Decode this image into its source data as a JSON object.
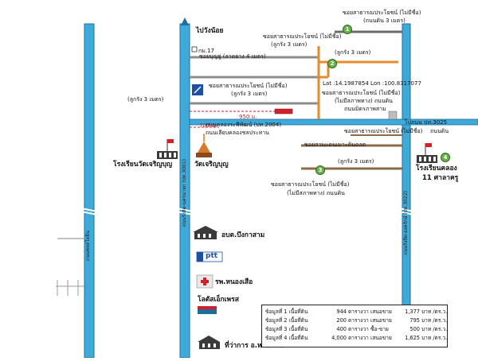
{
  "roads": {
    "to_wang_noi": "ไปวังน้อย",
    "km17": "กม.17",
    "soi_boonyoo": "ซอยบุญยู่ (ลาดยาง 4 เมตร)",
    "soi_public_1_top": "ซอยสาธารณประโยชน์ (ไม่มีชื่อ)",
    "soi_public_1_top_sub": "(ลูกรัง 3 เมตร)",
    "soi_public_2_top": "ซอยสาธารณประโยชน์ (ไม่มีชื่อ)",
    "soi_public_2_top_sub": "(ลูกรัง 3 เมตร)",
    "top_right_road": "ซอยสาธารณประโยชน์ (ไม่มีชื่อ)",
    "top_right_road_sub": "(ถนนดิน 3 เมตร)",
    "soi_public_mid": "ซอยสาธารณประโยชน์ (ไม่มีชื่อ)",
    "laterite_3m_left": "(ลูกรัง 3 เมตร)",
    "laterite_3m_mid": "(ลูกรัง 3 เมตร)",
    "laterite_3m_upper_right": "(ลูกรัง 3 เมตร)",
    "coords": "Lat :14.1987854 Lon :100.8317077",
    "no_condition_road": "(ไม่มีสภาพทาง) ถนนดิน",
    "soi_public_mid_b": "ซอยสาธารณประโยชน์ (ไม่มีชื่อ)",
    "landmark_road": "ถนนมิตรภาพสาม",
    "canal_road": "ถนนคลองระพีพัฒน์ (ปท.2004)",
    "to_bus_stop": "ถนนเลียบคลองชลประทาน",
    "d950": "950 ม.",
    "d700": "700 ม.",
    "to_nong_suea": "ไปถนน ปท.3025",
    "dirt_road_right": "ถนนดิน",
    "soi_public_right": "ซอยสาธารณประโยชน์ (ไม่มีชื่อ)",
    "soi_suan_mai": "ซอยสวนแดนเมาะดินดลต",
    "laterite_3m_lower": "(ลูกรัง 3 เมตร)",
    "soi_public_bottom": "ซอยสาธารณประโยชน์ (ไม่มีชื่อ)",
    "soi_public_bottom_sub": "(ไม่มีสภาพทาง) ถนนดิน",
    "main_road_left": "ถนนพหลโยธิน",
    "main_road_center": "ถนนรังสิต-นครนายก (ปท.3001)",
    "main_road_right": "ถนนรังสิต-องครักษ์ (ปท.3022)"
  },
  "places": {
    "wat": "วัดเจริญบุญ",
    "school_left": "โรงเรียนวัดเจริญบุญ",
    "school_right": "โรงเรียนคลอง",
    "school_right_sub": "11 ศาลาครู",
    "sao": "อบต.บึงกาสาม",
    "ptt": "ptt",
    "hospital": "รพ.หนองเสือ",
    "lotus": "โลตัสเอ็กเพรส",
    "district_office": "ที่ว่าการ อ.หนองเสือ"
  },
  "plots": [
    "1",
    "2",
    "3",
    "4"
  ],
  "summary": {
    "rows": [
      {
        "label": "ข้อมูลที่ 1 เนื้อที่ดิน",
        "area": "944",
        "unit": "ตารางวา",
        "kind": "เสนอขาย",
        "price": "1,377",
        "price_unit": "บาท /ตร.ว."
      },
      {
        "label": "ข้อมูลที่ 2 เนื้อที่ดิน",
        "area": "200",
        "unit": "ตารางวา",
        "kind": "เสนอขาย",
        "price": "795",
        "price_unit": "บาท /ตร.ว."
      },
      {
        "label": "ข้อมูลที่ 3 เนื้อที่ดิน",
        "area": "400",
        "unit": "ตารางวา",
        "kind": "ซื้อ-ขาย",
        "price": "500",
        "price_unit": "บาท /ตร.ว."
      },
      {
        "label": "ข้อมูลที่ 4 เนื้อที่ดิน",
        "area": "4,000",
        "unit": "ตารางวา",
        "kind": "เสนอขาย",
        "price": "1,625",
        "price_unit": "บาท /ตร.ว."
      }
    ]
  },
  "colors": {
    "main_road": "#3fa9d9",
    "road_outline": "#1d6e9a",
    "side_road": "#7a7a7a",
    "orange_road": "#e68a2e",
    "brown_road": "#8b6b4a",
    "green_marker": "#6ab04c",
    "red": "#d21f2a"
  }
}
